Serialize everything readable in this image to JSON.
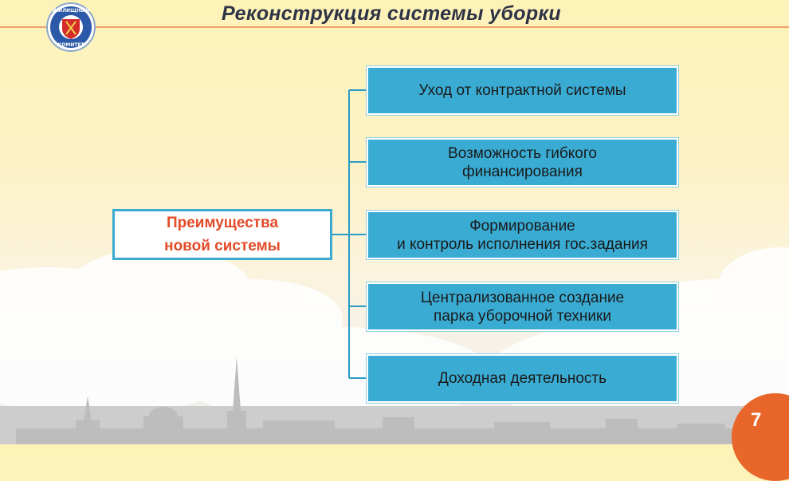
{
  "slide": {
    "title": "Реконструкция системы уборки",
    "page_number": "7"
  },
  "logo": {
    "ring_text_top": "ЖИЛИЩНЫЙ",
    "ring_text_bottom": "КОМИТЕТ",
    "emblem": "saint-petersburg-coat-of-arms"
  },
  "diagram": {
    "root": {
      "line1": "Преимущества",
      "line2": "новой системы"
    },
    "items": [
      {
        "line1": "Уход от контрактной системы",
        "line2": ""
      },
      {
        "line1": "Возможность гибкого",
        "line2": "финансирования"
      },
      {
        "line1": "Формирование",
        "line2": "и контроль исполнения гос.задания"
      },
      {
        "line1": "Централизованное создание",
        "line2": "парка уборочной техники"
      },
      {
        "line1": "Доходная деятельность",
        "line2": ""
      }
    ]
  },
  "colors": {
    "accent_orange": "#e9662b",
    "root_text": "#e34a26",
    "box_blue": "#3aacd4",
    "connector": "#2a9bc4"
  }
}
